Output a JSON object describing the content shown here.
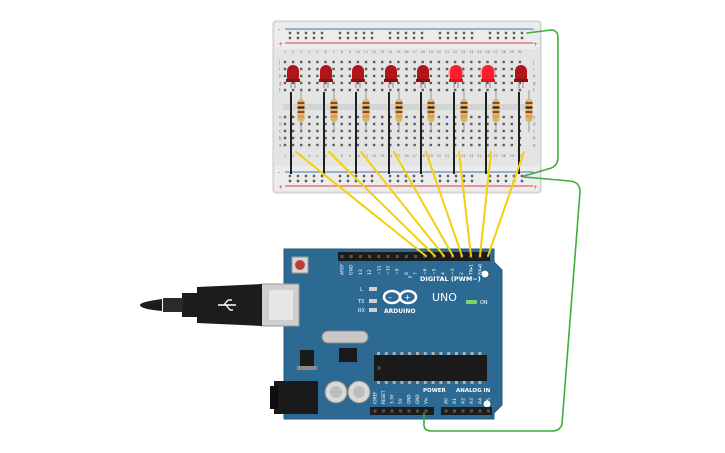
{
  "breadboard": {
    "column_numbers": [
      "1",
      "2",
      "3",
      "4",
      "5",
      "6",
      "7",
      "8",
      "9",
      "10",
      "11",
      "12",
      "13",
      "14",
      "15",
      "16",
      "17",
      "18",
      "19",
      "20",
      "21",
      "22",
      "23",
      "24",
      "25",
      "26",
      "27",
      "28",
      "29",
      "30"
    ],
    "row_letters_top": [
      "j",
      "i",
      "h",
      "g",
      "f"
    ],
    "row_letters_bottom": [
      "e",
      "d",
      "c",
      "b",
      "a"
    ],
    "rail_minus": "-",
    "rail_plus": "+"
  },
  "leds": [
    {
      "id": "led-1",
      "lit": false
    },
    {
      "id": "led-2",
      "lit": false
    },
    {
      "id": "led-3",
      "lit": false
    },
    {
      "id": "led-4",
      "lit": false
    },
    {
      "id": "led-5",
      "lit": false
    },
    {
      "id": "led-6",
      "lit": true
    },
    {
      "id": "led-7",
      "lit": true
    },
    {
      "id": "led-8",
      "lit": false
    }
  ],
  "arduino": {
    "model": "UNO",
    "brand": "ARDUINO",
    "digital_label": "DIGITAL (PWM~)",
    "analog_label": "ANALOG IN",
    "power_label": "POWER",
    "on_label": "ON",
    "led_l": "L",
    "led_tx": "TX",
    "led_rx": "RX",
    "digital_pins": [
      "AREF",
      "GND",
      "13",
      "12",
      "~11",
      "~10",
      "~9",
      "8",
      "7",
      "~6",
      "~5",
      "4",
      "~3",
      "2",
      "TX▸1",
      "RX◂0"
    ],
    "analog_pins": [
      "A0",
      "A1",
      "A2",
      "A3",
      "A4",
      "A5"
    ],
    "power_pins": [
      "IOREF",
      "RESET",
      "3.3V",
      "5V",
      "GND",
      "GND",
      "Vin"
    ]
  },
  "colors": {
    "board_blue": "#2c6a93",
    "breadboard": "#e4e4e4",
    "wire_yellow": "#f2d00a",
    "wire_green": "#3fae3a",
    "led_red": "#b3131b",
    "led_lit": "#ff1d2a",
    "rail_red": "#d64545",
    "rail_blue": "#4a6fb3"
  }
}
